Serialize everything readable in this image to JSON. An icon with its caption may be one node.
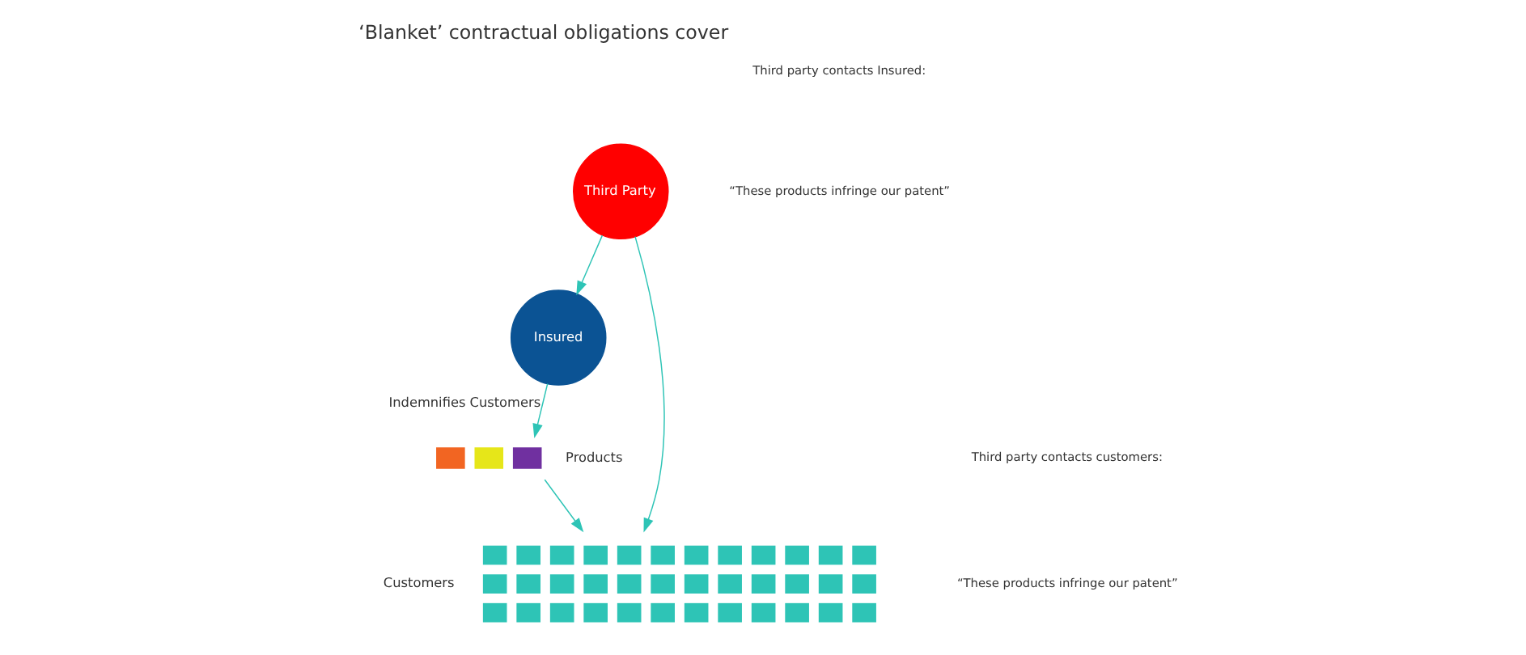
{
  "diagram": {
    "title": "‘Blanket’ contractual obligations cover",
    "nodes": [
      {
        "text": [
          "Insured"
        ]
      },
      {
        "text": [
          "Third Party"
        ]
      },
      {
        "text": [
          "Products"
        ]
      },
      {
        "text": [
          "Customers"
        ]
      }
    ],
    "edges": [
      {
        "from": 1,
        "to": 0,
        "arrow": "to"
      },
      {
        "from": 0,
        "to": 2,
        "arrow": "to",
        "label": "Indemnifies Customers"
      },
      {
        "from": 2,
        "to": 3,
        "arrow": "to"
      },
      {
        "from": 1,
        "to": 3,
        "arrow": "to"
      }
    ],
    "labels": [
      "Third party contacts Insured:",
      "“These products infringe our patent”",
      "Third party contacts customers:",
      "“These products infringe our patent”"
    ]
  }
}
